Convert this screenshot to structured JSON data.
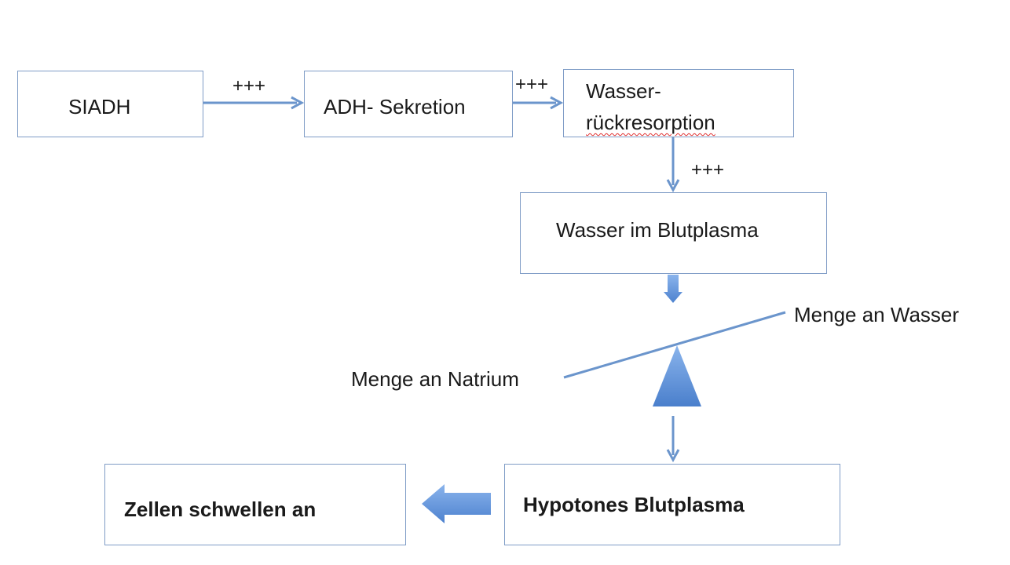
{
  "boxes": {
    "siadh": "SIADH",
    "adh": "ADH- Sekretion",
    "wasser_line1": "Wasser-",
    "wasser_line2": "rückresorption",
    "blutplasma": "Wasser im Blutplasma",
    "hypotones": "Hypotones Blutplasma",
    "zellen": "Zellen schwellen an"
  },
  "labels": {
    "plus1": "+++",
    "plus2": "+++",
    "plus3": "+++",
    "menge_wasser": "Menge an Wasser",
    "menge_natrium": "Menge an Natrium"
  },
  "colors": {
    "border": "#7f9cc6",
    "arrow": "#6b95cc",
    "block_arrow": "#5b8fd6"
  }
}
